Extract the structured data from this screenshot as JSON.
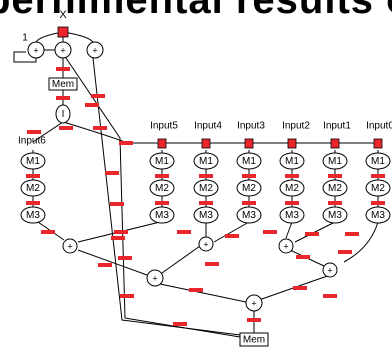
{
  "header_text": "pernimental results on lorge cyo",
  "labels": {
    "x": "X",
    "loop": "1",
    "mem_top": "Mem",
    "mem_bottom": "Mem",
    "node_i": "I",
    "plus": "+",
    "stage1": "M1",
    "stage2": "M2",
    "stage3": "M3",
    "inputs": [
      "Input6",
      "Input5",
      "Input4",
      "Input3",
      "Input2",
      "Input1",
      "Input0"
    ]
  },
  "colors": {
    "register": "#e8262b",
    "source": "#e8262b",
    "line": "#000000",
    "background": "#ffffff"
  }
}
